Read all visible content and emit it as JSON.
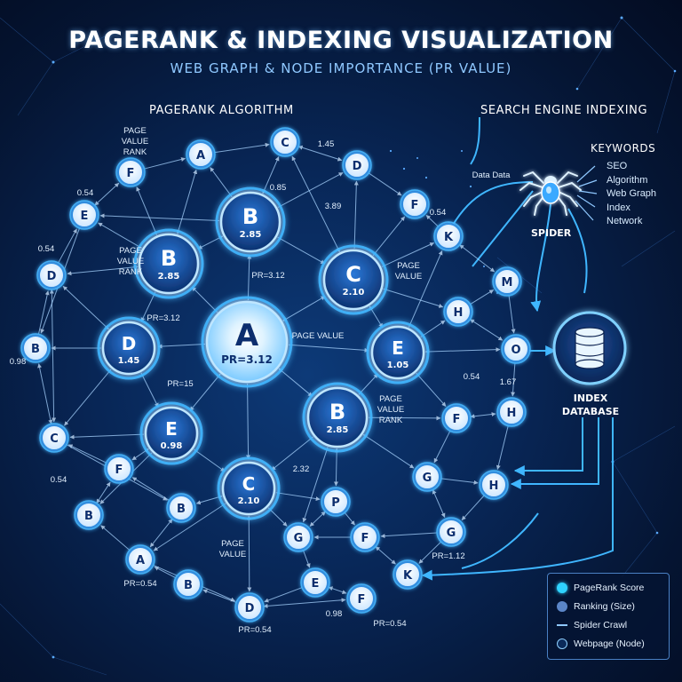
{
  "header": {
    "title": "PAGERANK & INDEXING VISUALIZATION",
    "subtitle": "WEB GRAPH & NODE IMPORTANCE (PR VALUE)"
  },
  "sections": {
    "pagerank": "PAGERANK ALGORITHM",
    "indexing": "SEARCH ENGINE INDEXING"
  },
  "keywords": {
    "heading": "KEYWORDS",
    "items": [
      "SEO",
      "Algorithm",
      "Web Graph",
      "Index",
      "Network"
    ]
  },
  "spider_label": "SPIDER",
  "database_label": [
    "INDEX",
    "DATABASE"
  ],
  "legend": [
    {
      "label": "PageRank Score",
      "mark": "score"
    },
    {
      "label": "Ranking (Size)",
      "mark": "rank"
    },
    {
      "label": "Spider Crawl",
      "mark": "crawl"
    },
    {
      "label": "Webpage (Node)",
      "mark": "node"
    }
  ],
  "colors": {
    "background": "#061634",
    "node_fill": "#0b2a5a",
    "node_ring": "#8fd0ff",
    "glow": "#2fa8ff",
    "edge": "#a8d4ff",
    "accent": "#2fd3ff"
  },
  "nodes": [
    {
      "id": "big-a",
      "letter": "A",
      "value": "PR=3.12",
      "tier": "hub"
    },
    {
      "id": "big-c",
      "letter": "C",
      "value": "2.10",
      "tier": "major"
    },
    {
      "id": "big-b1",
      "letter": "B",
      "value": "2.85",
      "tier": "major"
    },
    {
      "id": "big-b2",
      "letter": "B",
      "value": "2.85",
      "tier": "major"
    },
    {
      "id": "big-b3",
      "letter": "B",
      "value": "2.85",
      "tier": "major"
    },
    {
      "id": "mid-d",
      "letter": "D",
      "value": "1.45",
      "tier": "medium"
    },
    {
      "id": "mid-e1",
      "letter": "E",
      "value": "1.05",
      "tier": "medium"
    },
    {
      "id": "mid-e2",
      "letter": "E",
      "value": "0.98",
      "tier": "medium"
    },
    {
      "id": "mid-c2",
      "letter": "C",
      "value": "2.10",
      "tier": "medium"
    },
    {
      "id": "s-a1",
      "letter": "A",
      "value": "",
      "tier": "small"
    },
    {
      "id": "s-c1",
      "letter": "C",
      "value": "",
      "tier": "small"
    },
    {
      "id": "s-f1",
      "letter": "F",
      "value": "",
      "tier": "small"
    },
    {
      "id": "s-d1",
      "letter": "D",
      "value": "",
      "tier": "small"
    },
    {
      "id": "s-e1",
      "letter": "E",
      "value": "",
      "tier": "small"
    },
    {
      "id": "s-f2",
      "letter": "F",
      "value": "",
      "tier": "small"
    },
    {
      "id": "s-d2",
      "letter": "D",
      "value": "",
      "tier": "small"
    },
    {
      "id": "s-b1",
      "letter": "B",
      "value": "",
      "tier": "small"
    },
    {
      "id": "s-k1",
      "letter": "K",
      "value": "",
      "tier": "small"
    },
    {
      "id": "s-m",
      "letter": "M",
      "value": "",
      "tier": "small"
    },
    {
      "id": "s-h1",
      "letter": "H",
      "value": "",
      "tier": "small"
    },
    {
      "id": "s-o",
      "letter": "O",
      "value": "",
      "tier": "small"
    },
    {
      "id": "s-h2",
      "letter": "H",
      "value": "",
      "tier": "small"
    },
    {
      "id": "s-f3",
      "letter": "F",
      "value": "",
      "tier": "small"
    },
    {
      "id": "s-c3",
      "letter": "C",
      "value": "",
      "tier": "small"
    },
    {
      "id": "s-f4",
      "letter": "F",
      "value": "",
      "tier": "small"
    },
    {
      "id": "s-g1",
      "letter": "G",
      "value": "",
      "tier": "small"
    },
    {
      "id": "s-h3",
      "letter": "H",
      "value": "",
      "tier": "small"
    },
    {
      "id": "s-b2",
      "letter": "B",
      "value": "",
      "tier": "small"
    },
    {
      "id": "s-b3",
      "letter": "B",
      "value": "",
      "tier": "small"
    },
    {
      "id": "s-p",
      "letter": "P",
      "value": "",
      "tier": "small"
    },
    {
      "id": "s-a2",
      "letter": "A",
      "value": "",
      "tier": "small"
    },
    {
      "id": "s-g2",
      "letter": "G",
      "value": "",
      "tier": "small"
    },
    {
      "id": "s-f5",
      "letter": "F",
      "value": "",
      "tier": "small"
    },
    {
      "id": "s-g3",
      "letter": "G",
      "value": "",
      "tier": "small"
    },
    {
      "id": "s-b4",
      "letter": "B",
      "value": "",
      "tier": "small"
    },
    {
      "id": "s-e3",
      "letter": "E",
      "value": "",
      "tier": "small"
    },
    {
      "id": "s-d3",
      "letter": "D",
      "value": "",
      "tier": "small"
    },
    {
      "id": "s-f6",
      "letter": "F",
      "value": "",
      "tier": "small"
    },
    {
      "id": "s-k2",
      "letter": "K",
      "value": "",
      "tier": "small"
    }
  ],
  "edges": [
    [
      "big-a",
      "big-c"
    ],
    [
      "big-a",
      "big-b1"
    ],
    [
      "big-a",
      "big-b2"
    ],
    [
      "big-a",
      "big-b3"
    ],
    [
      "big-a",
      "mid-d"
    ],
    [
      "big-a",
      "mid-e1"
    ],
    [
      "big-a",
      "mid-e2"
    ],
    [
      "big-a",
      "mid-c2"
    ],
    [
      "big-b1",
      "big-c"
    ],
    [
      "big-b1",
      "s-c1"
    ],
    [
      "big-b1",
      "s-a1"
    ],
    [
      "big-b1",
      "s-d1"
    ],
    [
      "big-b1",
      "big-b2"
    ],
    [
      "big-b1",
      "s-e1"
    ],
    [
      "big-b2",
      "mid-d"
    ],
    [
      "big-b2",
      "s-d2"
    ],
    [
      "big-b2",
      "s-e1"
    ],
    [
      "big-b2",
      "s-f1"
    ],
    [
      "big-b2",
      "s-a1"
    ],
    [
      "big-c",
      "s-k1"
    ],
    [
      "big-c",
      "s-d1"
    ],
    [
      "big-c",
      "mid-e1"
    ],
    [
      "big-c",
      "s-h1"
    ],
    [
      "big-c",
      "s-f2"
    ],
    [
      "big-c",
      "s-c1"
    ],
    [
      "big-b3",
      "mid-e1"
    ],
    [
      "big-b3",
      "s-f3"
    ],
    [
      "big-b3",
      "s-g1"
    ],
    [
      "big-b3",
      "mid-c2"
    ],
    [
      "big-b3",
      "s-g2"
    ],
    [
      "big-b3",
      "s-p"
    ],
    [
      "mid-d",
      "s-b1"
    ],
    [
      "mid-d",
      "mid-e2"
    ],
    [
      "mid-d",
      "s-d2"
    ],
    [
      "mid-d",
      "s-c3"
    ],
    [
      "mid-e2",
      "s-c3"
    ],
    [
      "mid-e2",
      "s-f4"
    ],
    [
      "mid-e2",
      "s-b2"
    ],
    [
      "mid-e2",
      "mid-c2"
    ],
    [
      "mid-c2",
      "s-b3"
    ],
    [
      "mid-c2",
      "s-p"
    ],
    [
      "mid-c2",
      "s-a2"
    ],
    [
      "mid-c2",
      "s-d3"
    ],
    [
      "mid-c2",
      "s-g2"
    ],
    [
      "mid-e1",
      "s-h1"
    ],
    [
      "mid-e1",
      "s-o"
    ],
    [
      "mid-e1",
      "s-f3"
    ],
    [
      "mid-e1",
      "s-k1"
    ],
    [
      "s-k1",
      "s-m"
    ],
    [
      "s-k1",
      "s-f2"
    ],
    [
      "s-m",
      "s-o"
    ],
    [
      "s-h1",
      "s-o"
    ],
    [
      "s-h1",
      "s-m"
    ],
    [
      "s-o",
      "s-h2"
    ],
    [
      "s-f3",
      "s-h2"
    ],
    [
      "s-f3",
      "s-g1"
    ],
    [
      "s-g1",
      "s-h3"
    ],
    [
      "s-g1",
      "s-g3"
    ],
    [
      "s-g3",
      "s-f5"
    ],
    [
      "s-g3",
      "s-k2"
    ],
    [
      "s-f5",
      "s-k2"
    ],
    [
      "s-f5",
      "s-g2"
    ],
    [
      "s-g2",
      "s-e3"
    ],
    [
      "s-e3",
      "s-f6"
    ],
    [
      "s-e3",
      "s-d3"
    ],
    [
      "s-d3",
      "s-b4"
    ],
    [
      "s-d3",
      "s-f6"
    ],
    [
      "s-b4",
      "s-a2"
    ],
    [
      "s-a2",
      "s-b2"
    ],
    [
      "s-b2",
      "s-f4"
    ],
    [
      "s-b3",
      "s-f4"
    ],
    [
      "s-f4",
      "s-c3"
    ],
    [
      "s-c3",
      "s-b1"
    ],
    [
      "s-b1",
      "s-d2"
    ],
    [
      "s-d2",
      "s-e1"
    ],
    [
      "s-e1",
      "s-f1"
    ],
    [
      "s-f1",
      "s-a1"
    ],
    [
      "s-a1",
      "s-c1"
    ],
    [
      "s-c1",
      "s-d1"
    ],
    [
      "s-d1",
      "s-f2"
    ],
    [
      "s-p",
      "s-f5"
    ],
    [
      "s-p",
      "s-g2"
    ],
    [
      "s-h3",
      "s-g3"
    ],
    [
      "s-h2",
      "s-h3"
    ],
    [
      "s-b3",
      "s-a2"
    ],
    [
      "s-c3",
      "s-b3"
    ],
    [
      "s-e1",
      "s-b1"
    ],
    [
      "s-d2",
      "s-c3"
    ],
    [
      "s-a2",
      "s-d3"
    ]
  ],
  "graph_labels": [
    {
      "text": "PAGE",
      "tone": "w"
    },
    {
      "text": "VALUE",
      "tone": "w"
    },
    {
      "text": "RANK",
      "tone": "w"
    },
    {
      "text": "PAGE",
      "tone": "w"
    },
    {
      "text": "VALUE",
      "tone": "w"
    },
    {
      "text": "RANK",
      "tone": "w"
    },
    {
      "text": "PR=3.12",
      "tone": "w"
    },
    {
      "text": "PAGE",
      "tone": "w"
    },
    {
      "text": "VALUE",
      "tone": "w"
    },
    {
      "text": "PAGE VALUE",
      "tone": "w"
    },
    {
      "text": "PR=3.12",
      "tone": "w"
    },
    {
      "text": "PR=15",
      "tone": "w"
    },
    {
      "text": "PAGE",
      "tone": "w"
    },
    {
      "text": "VALUE",
      "tone": "w"
    },
    {
      "text": "RANK",
      "tone": "w"
    },
    {
      "text": "PAGE",
      "tone": "w"
    },
    {
      "text": "VALUE",
      "tone": "w"
    },
    {
      "text": "1.45",
      "tone": "w"
    },
    {
      "text": "0.85",
      "tone": "w"
    },
    {
      "text": "3.89",
      "tone": "w"
    },
    {
      "text": "0.54",
      "tone": "w"
    },
    {
      "text": "0.54",
      "tone": "w"
    },
    {
      "text": "0.98",
      "tone": "w"
    },
    {
      "text": "0.54",
      "tone": "w"
    },
    {
      "text": "0.54",
      "tone": "w"
    },
    {
      "text": "1.67",
      "tone": "w"
    },
    {
      "text": "0.54",
      "tone": "w"
    },
    {
      "text": "2.32",
      "tone": "w"
    },
    {
      "text": "PR=0.54",
      "tone": "w"
    },
    {
      "text": "PR=0.54",
      "tone": "w"
    },
    {
      "text": "0.98",
      "tone": "w"
    },
    {
      "text": "PR=0.54",
      "tone": "w"
    },
    {
      "text": "PR=1.12",
      "tone": "w"
    },
    {
      "text": "Data Data",
      "tone": "w"
    }
  ]
}
